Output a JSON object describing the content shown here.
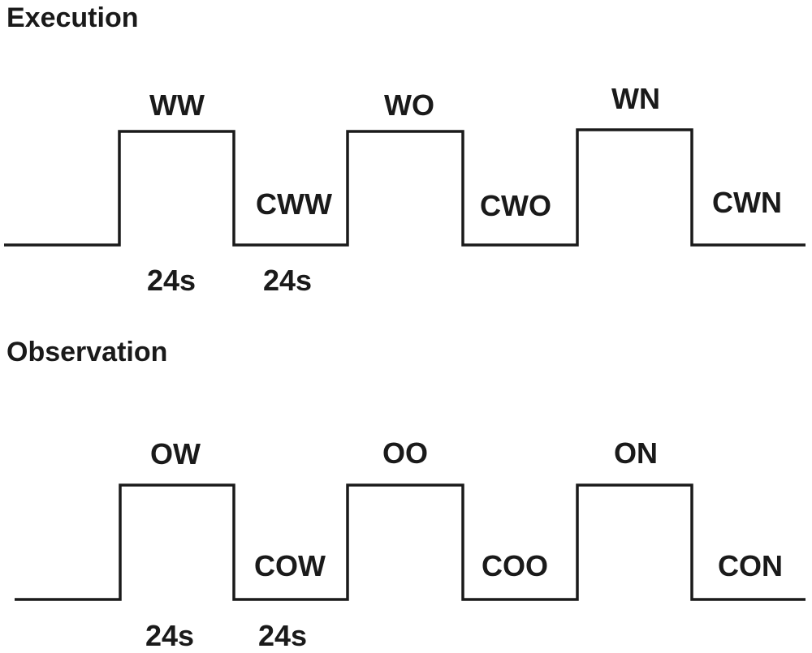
{
  "diagram": {
    "conditions": [
      {
        "title": "Execution",
        "task_blocks": [
          "WW",
          "WO",
          "WN"
        ],
        "control_blocks": [
          "CWW",
          "CWO",
          "CWN"
        ],
        "durations": [
          "24s",
          "24s"
        ]
      },
      {
        "title": "Observation",
        "task_blocks": [
          "OW",
          "OO",
          "ON"
        ],
        "control_blocks": [
          "COW",
          "COO",
          "CON"
        ],
        "durations": [
          "24s",
          "24s"
        ]
      }
    ]
  }
}
